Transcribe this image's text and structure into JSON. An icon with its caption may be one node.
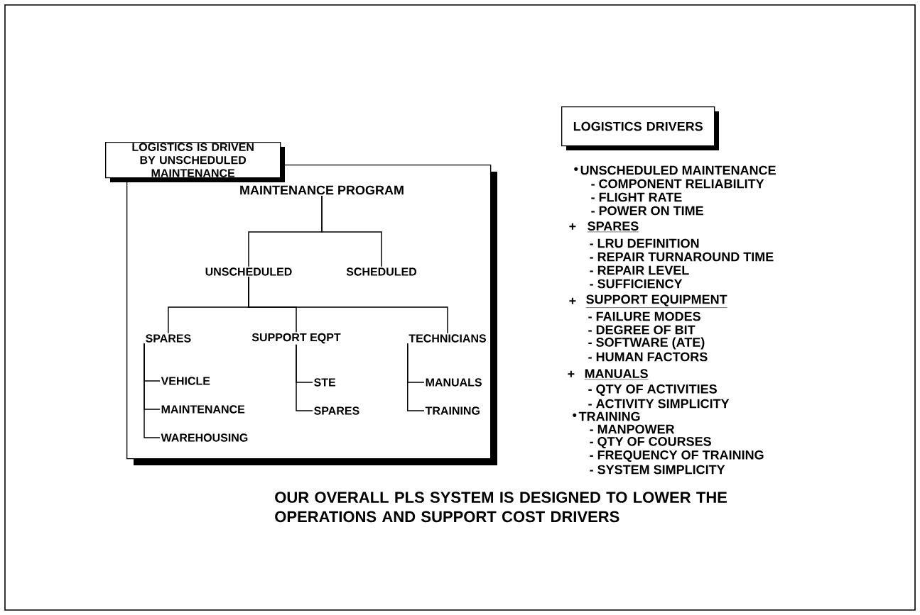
{
  "diagram": {
    "nodes": [
      {
        "text": [
          "LOGISTICS IS DRIVEN BY UNSCHEDULED MAINTENANCE"
        ]
      },
      {
        "text": [],
        "shape": "box"
      },
      {
        "text": [
          "MAINTENANCE PROGRAM"
        ],
        "in": 1
      },
      {
        "text": [
          "UNSCHEDULED"
        ],
        "in": 1
      },
      {
        "text": [
          "SCHEDULED"
        ],
        "in": 1
      },
      {
        "text": [
          "SPARES"
        ],
        "in": 1
      },
      {
        "text": [
          "SUPPORT EQPT"
        ],
        "in": 1
      },
      {
        "text": [
          "TECHNICIANS"
        ],
        "in": 1
      },
      {
        "text": [
          "VEHICLE"
        ],
        "in": 1
      },
      {
        "text": [
          "MAINTENANCE"
        ],
        "in": 1
      },
      {
        "text": [
          "WAREHOUSING"
        ],
        "in": 1
      },
      {
        "text": [
          "STE"
        ],
        "in": 1
      },
      {
        "text": [
          "SPARES"
        ],
        "in": 1
      },
      {
        "text": [
          "MANUALS"
        ],
        "in": 1
      },
      {
        "text": [
          "TRAINING"
        ],
        "in": 1
      },
      {
        "text": [
          "LOGISTICS DRIVERS"
        ]
      }
    ],
    "edges": [
      {
        "from": 2,
        "to": 3,
        "arrow": "none"
      },
      {
        "from": 2,
        "to": 4,
        "arrow": "none"
      },
      {
        "from": 3,
        "to": 5,
        "arrow": "none"
      },
      {
        "from": 3,
        "to": 6,
        "arrow": "none"
      },
      {
        "from": 3,
        "to": 7,
        "arrow": "none"
      },
      {
        "from": 5,
        "to": 8,
        "arrow": "none"
      },
      {
        "from": 5,
        "to": 9,
        "arrow": "none"
      },
      {
        "from": 5,
        "to": 10,
        "arrow": "none"
      },
      {
        "from": 6,
        "to": 11,
        "arrow": "none"
      },
      {
        "from": 6,
        "to": 12,
        "arrow": "none"
      },
      {
        "from": 7,
        "to": 13,
        "arrow": "none"
      },
      {
        "from": 7,
        "to": 14,
        "arrow": "none"
      }
    ],
    "labels": [
      "•",
      "UNSCHEDULED MAINTENANCE",
      "- COMPONENT RELIABILITY",
      "- FLIGHT RATE",
      "- POWER ON TIME",
      "+",
      "SPARES",
      "- LRU DEFINITION",
      "- REPAIR TURNAROUND TIME",
      "- REPAIR LEVEL",
      "- SUFFICIENCY",
      "+",
      "SUPPORT EQUIPMENT",
      "- FAILURE MODES",
      "- DEGREE OF BIT",
      "- SOFTWARE (ATE)",
      "- HUMAN FACTORS",
      "+",
      "MANUALS",
      "- QTY OF ACTIVITIES",
      "- ACTIVITY SIMPLICITY",
      "•",
      "TRAINING",
      "- MANPOWER",
      "- QTY OF COURSES",
      "- FREQUENCY OF TRAINING",
      "- SYSTEM SIMPLICITY",
      "OUR OVERALL PLS SYSTEM IS DESIGNED TO LOWER THE OPERATIONS AND SUPPORT COST DRIVERS"
    ]
  }
}
